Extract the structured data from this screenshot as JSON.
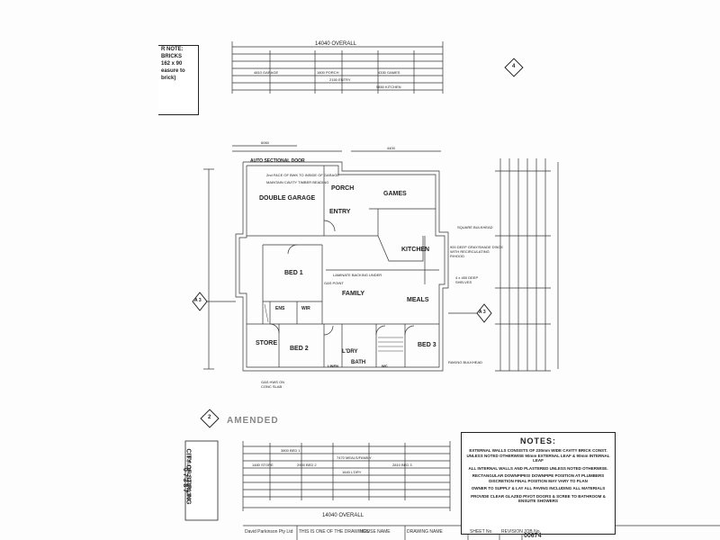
{
  "note_box": {
    "lines": [
      "R NOTE:",
      "BRICKS",
      "162 x 90",
      "easure to",
      "brick)"
    ]
  },
  "dimensions": {
    "top_overall": "14040 OVERALL",
    "bottom_overall": "14040 OVERALL",
    "top_labels": [
      "4810 GARAGE",
      "1800 PORCH",
      "4330 GAMES",
      "2150 ENTRY",
      "5850 KITCHEN"
    ],
    "bottom_labels": [
      "3800 BED 1",
      "7470 MEALS/FAMILY",
      "2900 BED 2",
      "1640 L'DRY",
      "2810 BED 3",
      "1480 STORE"
    ],
    "width_top": "6060",
    "width_top_right": "4400"
  },
  "rooms": {
    "auto_door": "AUTO SECTIONAL DOOR",
    "double_garage": "DOUBLE GARAGE",
    "porch": "PORCH",
    "entry": "ENTRY",
    "games": "GAMES",
    "kitchen": "KITCHEN",
    "bed1": "BED 1",
    "wir": "WIR",
    "ens": "ENS",
    "family": "FAMILY",
    "meals": "MEALS",
    "store": "STORE",
    "bed2": "BED 2",
    "ldry": "L'DRY",
    "bath": "BATH",
    "bed3": "BED 3",
    "linen": "LINEN",
    "wc": "WC"
  },
  "annotations": {
    "maintain_cavity": "MAINTAIN CAVITY TIMBER BEADING",
    "face_bwk": "2nd FACE OF BWK TO INSIDE OF GARAGE",
    "laminate": "LAMINATE BACKING UNDER",
    "gas_point": "GAS POINT",
    "raking": "RAKING BULKHEAD",
    "square_bulkhead": "SQUARE BULKHEAD",
    "rangehood": "900 DEEP GRAY/SHADE D'BOX WITH RECIRCULATING R/HOOD",
    "deep_shelves": "4 x 450 DEEP SHELVES",
    "gas_hws": "GAS HWS ON CONC SLAB",
    "amended": "AMENDED"
  },
  "markers": {
    "a3_left": "A 3",
    "a3_right": "A 3",
    "marker_top": "4",
    "marker_bottom": "2"
  },
  "notes": {
    "title": "NOTES:",
    "lines": [
      "EXTERNAL WALLS CONSISTS OF 230mm WIDE CAVITY BRICK CONST. UNLESS NOTED OTHERWISE 90mm EXTERNAL LEAF & 90mm INTERNAL LEAF",
      "ALL INTERNAL WALLS AND PLASTERED UNLESS NOTED OTHERWISE.",
      "RECTANGULAR DOWNPIPES! DOWNPIPE POSITION AT PLUMBERS DISCRETION FINAL POSITION MAY VARY TO PLAN",
      "OWNER TO SUPPLY & LAY ALL PAVING INCLUDING ALL MATERIALS",
      "PROVIDE CLEAR GLAZED PIVOT DOORS & SCREE TO BATHROOM & ENSUITE SHOWERS"
    ]
  },
  "stamp": {
    "city": "CITY OF STIRLING",
    "dept": "BUILDING SERVICES",
    "number": "0 7 3 8 7"
  },
  "footer": {
    "left": "David Parkinson Pty Ltd",
    "middle": "THIS IS ONE OF THE DRAWINGS",
    "house_name": "HOUSE NAME",
    "drawing_name": "DRAWING NAME",
    "sheet": "SHEET No.",
    "revision": "REVISION",
    "job": "JOB No.",
    "job_no": "00674"
  },
  "colors": {
    "ink": "#222222",
    "paper": "#fdfdfd"
  }
}
